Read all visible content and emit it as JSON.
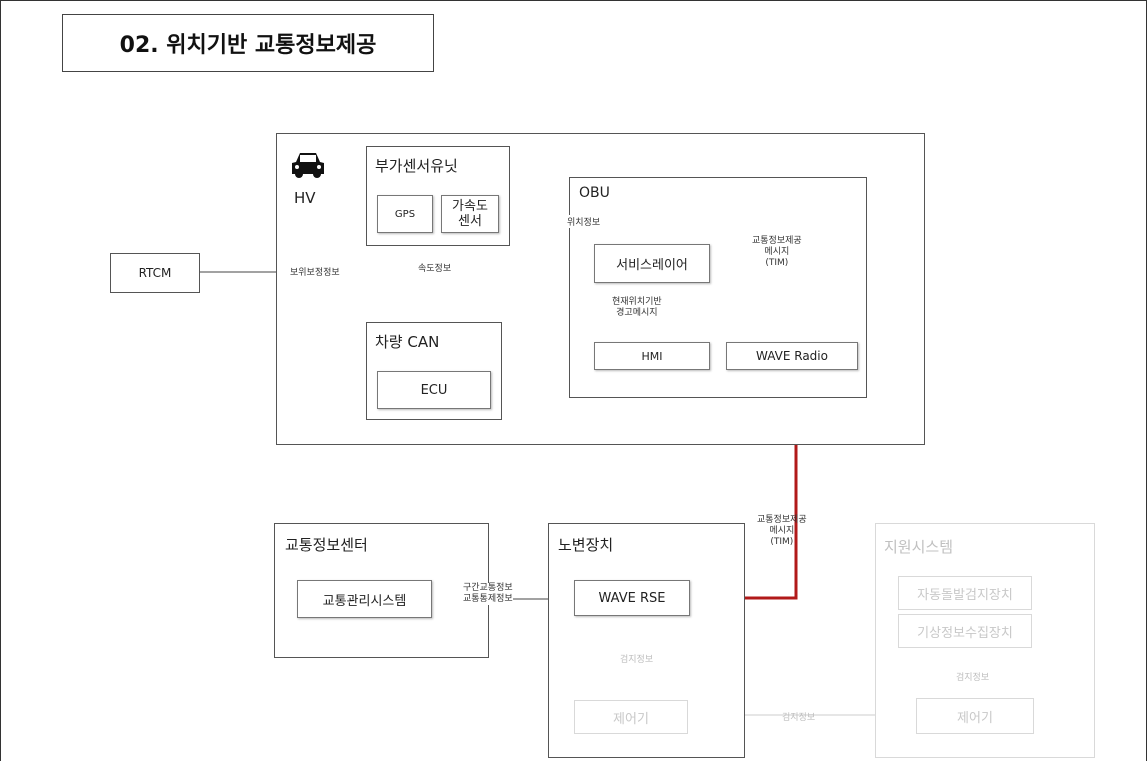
{
  "title": "02. 위치기반 교통정보제공",
  "hv": {
    "label": "HV",
    "sensor_unit": {
      "title": "부가센서유닛",
      "gps": "GPS",
      "accel": "가속도\n센서"
    },
    "vehicle_can": {
      "title": "차량 CAN",
      "ecu": "ECU"
    },
    "obu": {
      "title": "OBU",
      "service_layer": "서비스레이어",
      "hmi": "HMI",
      "wave_radio": "WAVE Radio"
    }
  },
  "rtcm": "RTCM",
  "traffic_center": {
    "title": "교통정보센터",
    "system": "교통관리시스템"
  },
  "roadside": {
    "title": "노변장치",
    "wave_rse": "WAVE RSE",
    "controller": "제어기"
  },
  "support": {
    "title": "지원시스템",
    "incident": "자동돌발검지장치",
    "weather": "기상정보수집장치",
    "controller": "제어기"
  },
  "arrows": {
    "position_info": "위치정보",
    "correction_info": "보위보정정보",
    "speed_info": "속도정보",
    "warning_msg": "현재위치기반\n경고메시지",
    "tim_top": "교통정보제공\n메시지\n(TIM)",
    "tim_mid": "교통정보제공\n메시지\n(TIM)",
    "section_info": "구간교통정보\n교통통제정보",
    "detect_info_rse": "검지정보",
    "detect_info_mid": "검지정보",
    "detect_info_support": "검지정보"
  },
  "colors": {
    "tim_link": "#b11a1a",
    "border": "#555555",
    "faded": "#d9d9d9"
  }
}
